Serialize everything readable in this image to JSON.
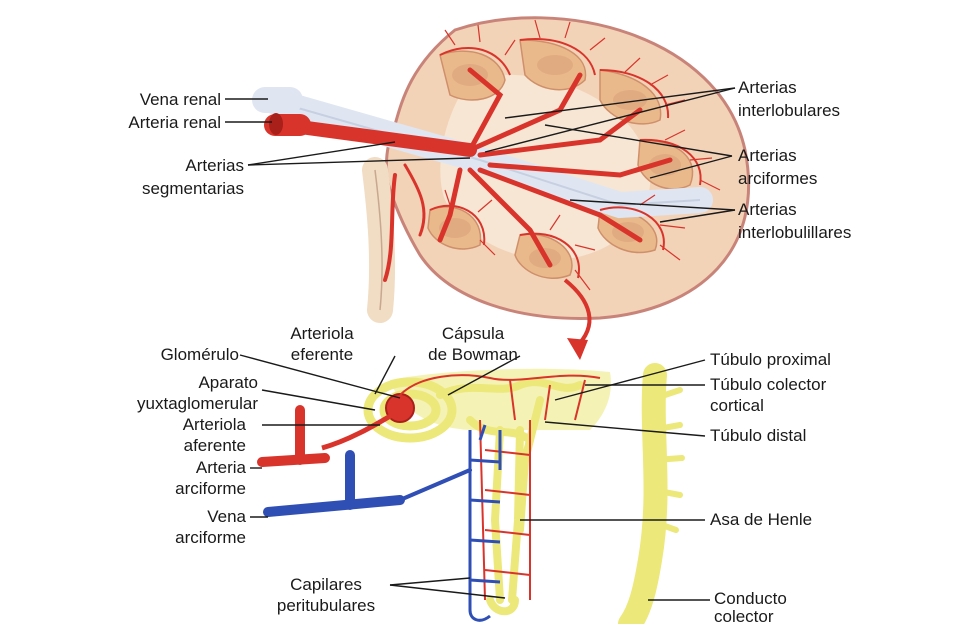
{
  "labels": {
    "vena_renal": "Vena renal",
    "arteria_renal": "Arteria renal",
    "arterias_segmentarias_1": "Arterias",
    "arterias_segmentarias_2": "segmentarias",
    "arterias_interlobulares_1": "Arterias",
    "arterias_interlobulares_2": "interlobulares",
    "arterias_arciformes_1": "Arterias",
    "arterias_arciformes_2": "arciformes",
    "arterias_interlobulillares_1": "Arterias",
    "arterias_interlobulillares_2": "interlobulillares",
    "glomerulo": "Glomérulo",
    "arteriola_eferente_1": "Arteriola",
    "arteriola_eferente_2": "eferente",
    "capsula_bowman_1": "Cápsula",
    "capsula_bowman_2": "de Bowman",
    "aparato_yuxta_1": "Aparato",
    "aparato_yuxta_2": "yuxtaglomerular",
    "arteriola_aferente_1": "Arteriola",
    "arteriola_aferente_2": "aferente",
    "arteria_arciforme_1": "Arteria",
    "arteria_arciforme_2": "arciforme",
    "vena_arciforme_1": "Vena",
    "vena_arciforme_2": "arciforme",
    "capilares_1": "Capilares",
    "capilares_2": "peritubulares",
    "tubulo_proximal": "Túbulo proximal",
    "tubulo_colector_1": "Túbulo colector",
    "tubulo_colector_2": "cortical",
    "tubulo_distal": "Túbulo distal",
    "asa_henle": "Asa de Henle",
    "conducto_1": "Conducto",
    "conducto_2": "colector"
  },
  "colors": {
    "artery": "#d9342b",
    "vein": "#2f4fb5",
    "tubule": "#ece87a",
    "kidney_cortex": "#f3d3b8",
    "medulla": "#e9b98c",
    "vein_pale": "#dfe6f2",
    "ureter": "#f1dcc4"
  }
}
